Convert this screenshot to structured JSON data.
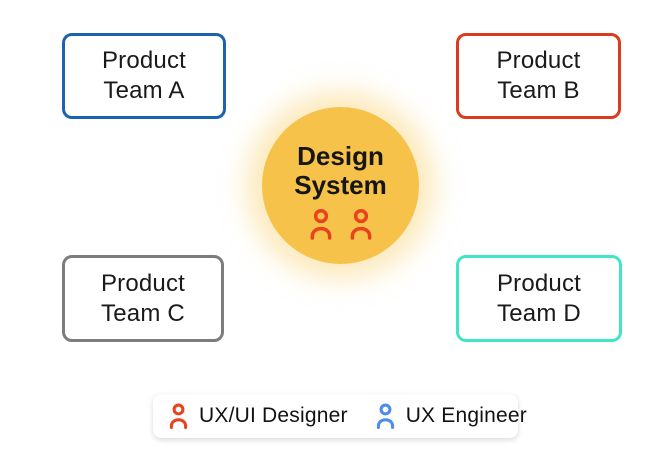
{
  "hub": {
    "title": "Design\nSystem",
    "fill_color": "#f6c24a",
    "glow_color": "#f9d886",
    "member_icon": "person-icon",
    "member_icon_color": "#e8431c",
    "member_icon_count": 2
  },
  "teams": [
    {
      "label": "Product\nTeam A",
      "border_color": "#1b64ad"
    },
    {
      "label": "Product\nTeam B",
      "border_color": "#dc3a1e"
    },
    {
      "label": "Product\nTeam C",
      "border_color": "#7d7d7d"
    },
    {
      "label": "Product\nTeam D",
      "border_color": "#3fe5c6"
    }
  ],
  "legend": {
    "items": [
      {
        "label": "UX/UI Designer",
        "icon": "person-icon",
        "icon_color": "#e8431c"
      },
      {
        "label": "UX Engineer",
        "icon": "person-icon",
        "icon_color": "#4d8bf0"
      }
    ]
  },
  "text_color": "#1a1a1a"
}
